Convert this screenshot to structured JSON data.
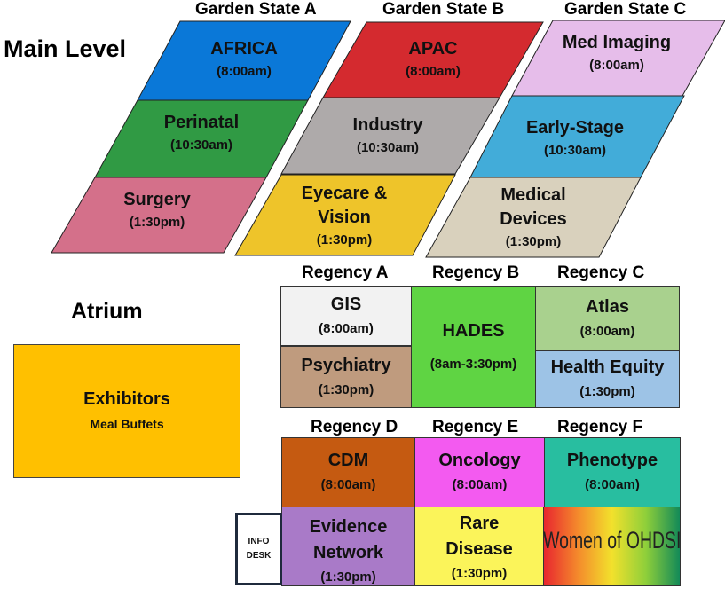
{
  "levels": {
    "main": "Main Level",
    "atrium": "Atrium"
  },
  "main_headers": [
    "Garden State A",
    "Garden State B",
    "Garden State C"
  ],
  "main_rooms": [
    {
      "name": "AFRICA",
      "time": "(8:00am)",
      "color": "#0a78d8"
    },
    {
      "name": "APAC",
      "time": "(8:00am)",
      "color": "#d42a2f"
    },
    {
      "name": "Med Imaging",
      "time": "(8:00am)",
      "color": "#e6bdea"
    },
    {
      "name": "Perinatal",
      "time": "(10:30am)",
      "color": "#309a44"
    },
    {
      "name": "Industry",
      "time": "(10:30am)",
      "color": "#aeaaaa"
    },
    {
      "name": "Early-Stage",
      "time": "(10:30am)",
      "color": "#42acd9"
    },
    {
      "name": "Surgery",
      "time": "(1:30pm)",
      "color": "#d4708a"
    },
    {
      "name": "Eyecare & Vision",
      "name1": "Eyecare &",
      "name2": "Vision",
      "time": "(1:30pm)",
      "color": "#eec42a"
    },
    {
      "name": "Medical Devices",
      "name1": "Medical",
      "name2": "Devices",
      "time": "(1:30pm)",
      "color": "#d9d1bd"
    }
  ],
  "regency_headers": [
    "Regency A",
    "Regency B",
    "Regency C",
    "Regency D",
    "Regency E",
    "Regency F"
  ],
  "atrium_rooms": {
    "gis": {
      "name": "GIS",
      "time": "(8:00am)"
    },
    "psychiatry": {
      "name": "Psychiatry",
      "time": "(1:30pm)"
    },
    "hades": {
      "name": "HADES",
      "time": "(8am-3:30pm)"
    },
    "atlas": {
      "name": "Atlas",
      "time": "(8:00am)"
    },
    "health_equity": {
      "name": "Health Equity",
      "time": "(1:30pm)"
    },
    "cdm": {
      "name": "CDM",
      "time": "(8:00am)"
    },
    "oncology": {
      "name": "Oncology",
      "time": "(8:00am)"
    },
    "phenotype": {
      "name": "Phenotype",
      "time": "(8:00am)"
    },
    "evidence": {
      "name1": "Evidence",
      "name2": "Network",
      "time": "(1:30pm)"
    },
    "rare": {
      "name1": "Rare",
      "name2": "Disease",
      "time": "(1:30pm)"
    },
    "women": {
      "name": "Women of OHDSI"
    }
  },
  "exhibitors": {
    "name": "Exhibitors",
    "sub": "Meal Buffets"
  },
  "info_desk": {
    "line1": "INFO",
    "line2": "DESK"
  }
}
